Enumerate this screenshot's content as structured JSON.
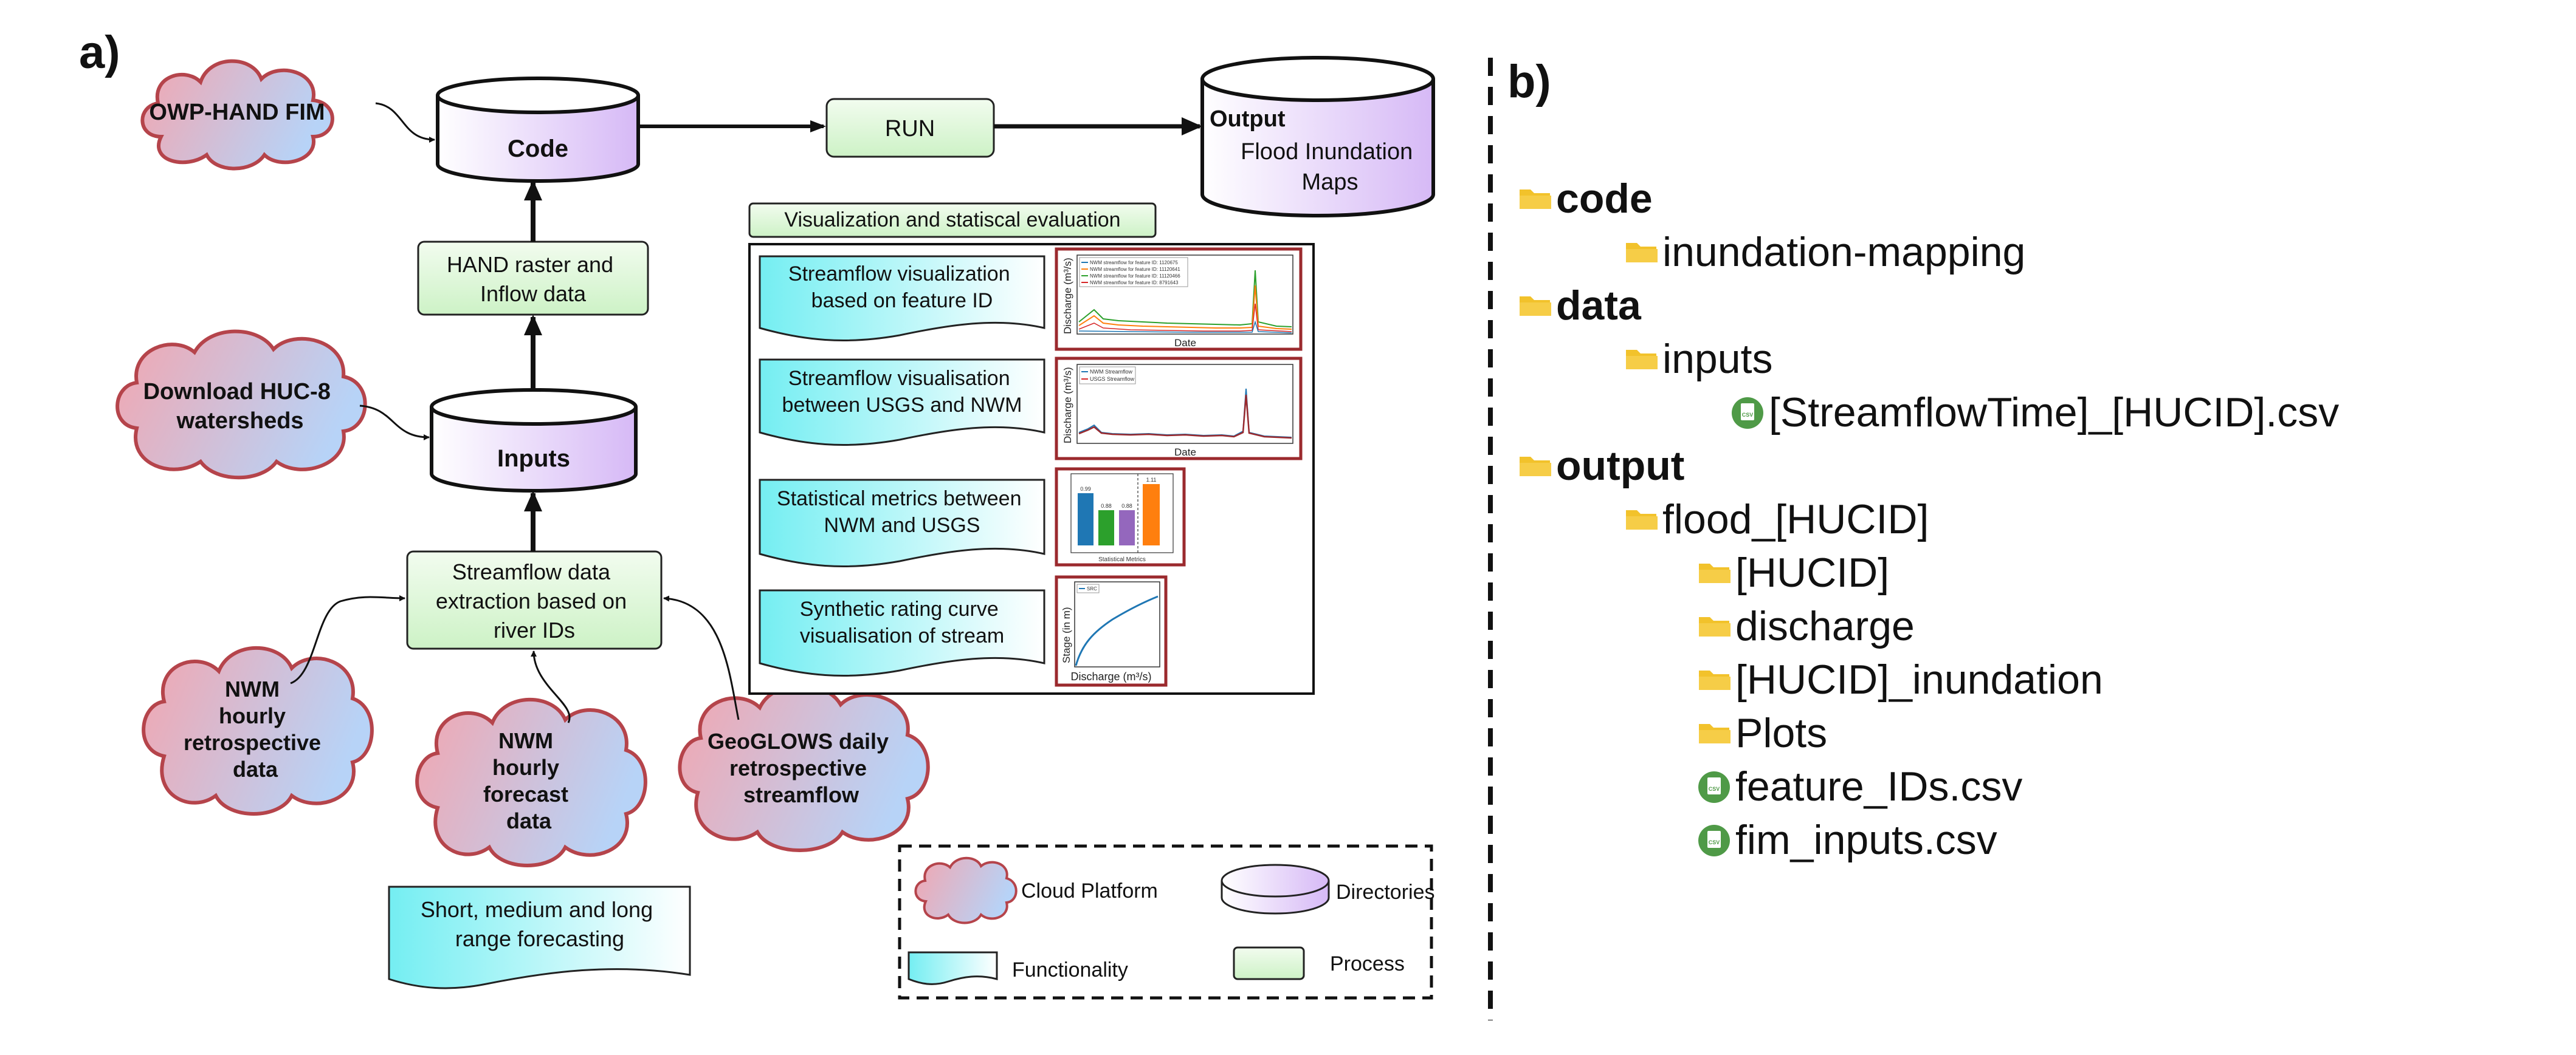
{
  "panel_a": {
    "label": "a)",
    "clouds": {
      "owp": [
        "OWP-HAND FIM"
      ],
      "huc8": [
        "Download HUC-8",
        "watersheds"
      ],
      "nwm_retro": [
        "NWM",
        "hourly",
        "retrospective",
        "data"
      ],
      "nwm_fcst": [
        "NWM",
        "hourly",
        "forecast",
        "data"
      ],
      "geoglows": [
        "GeoGLOWS daily",
        "retrospective",
        "streamflow"
      ]
    },
    "directories": {
      "code": "Code",
      "inputs": "Inputs",
      "output_title": "Output",
      "output_body": [
        "Flood Inundation",
        "Maps"
      ]
    },
    "processes": {
      "run": "RUN",
      "hand": [
        "HAND raster and",
        "Inflow data"
      ],
      "extract": [
        "Streamflow data",
        "extraction based on",
        "river IDs"
      ]
    },
    "forecast_doc": [
      "Short, medium and long",
      "range forecasting"
    ],
    "viz_panel": {
      "title": "Visualization and statiscal evaluation",
      "items": [
        [
          "Streamflow visualization",
          "based on feature ID"
        ],
        [
          "Streamflow visualisation",
          "between USGS and NWM"
        ],
        [
          "Statistical metrics between",
          "NWM and USGS"
        ],
        [
          "Synthetic rating curve",
          "visualisation of stream"
        ]
      ],
      "thumb1": {
        "ylabel": "Discharge (m³/s)",
        "xlabel": "Date",
        "legend": [
          "NWM streamflow for feature ID: 1120675",
          "NWM streamflow for feature ID: 11120641",
          "NWM streamflow for feature ID: 11120466",
          "NWM streamflow for feature ID: 8791643"
        ]
      },
      "thumb2": {
        "ylabel": "Discharge (m³/s)",
        "xlabel": "Date",
        "legend": [
          "NWM Streamflow",
          "USGS Streamflow"
        ]
      },
      "thumb3": {
        "xlabel": "Statistical Metrics",
        "values": [
          "0.99",
          "0.88",
          "0.88",
          "1.11"
        ]
      },
      "thumb4": {
        "ylabel": "Stage (in m)",
        "xlabel": "Discharge (m³/s)",
        "legend": "SRC"
      }
    },
    "legend": {
      "cloud": "Cloud Platform",
      "directories": "Directories",
      "functionality": "Functionality",
      "process": "Process"
    }
  },
  "panel_b": {
    "label": "b)",
    "tree": [
      {
        "name": "code",
        "kind": "folder",
        "level": 0,
        "bold": true
      },
      {
        "name": "inundation-mapping",
        "kind": "folder",
        "level": 1,
        "bold": false
      },
      {
        "name": "data",
        "kind": "folder",
        "level": 0,
        "bold": true
      },
      {
        "name": "inputs",
        "kind": "folder",
        "level": 1,
        "bold": false
      },
      {
        "name": "[StreamflowTime]_[HUCID].csv",
        "kind": "csv",
        "level": 2,
        "bold": false
      },
      {
        "name": "output",
        "kind": "folder",
        "level": 0,
        "bold": true
      },
      {
        "name": "flood_[HUCID]",
        "kind": "folder",
        "level": 1,
        "bold": false
      },
      {
        "name": "[HUCID]",
        "kind": "folder",
        "level": 3,
        "bold": false
      },
      {
        "name": "discharge",
        "kind": "folder",
        "level": 3,
        "bold": false
      },
      {
        "name": "[HUCID]_inundation",
        "kind": "folder",
        "level": 3,
        "bold": false
      },
      {
        "name": "Plots",
        "kind": "folder",
        "level": 3,
        "bold": false
      },
      {
        "name": "feature_IDs.csv",
        "kind": "csv",
        "level": 3,
        "bold": false
      },
      {
        "name": "fim_inputs.csv",
        "kind": "csv",
        "level": 3,
        "bold": false
      }
    ],
    "csv_badge": "CSV"
  },
  "colors": {
    "cloud_border": "#b5444b",
    "process_fill": "#dcf7d8",
    "directory_fill": "#e4d2f7",
    "doc_fill": "#a9f4f6",
    "folder": "#f2c22b",
    "csv": "#4f9a47"
  }
}
